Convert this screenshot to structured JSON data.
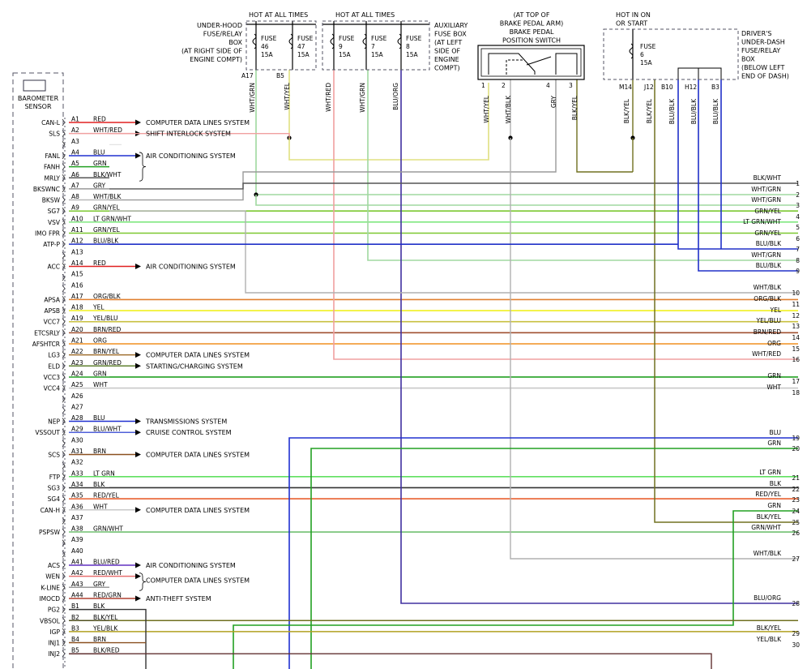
{
  "ecm": {
    "header": "BAROMETER SENSOR",
    "pins": [
      {
        "pin": "A1",
        "name": "CAN-L",
        "color": "RED",
        "hex": "#e02020",
        "dest": "COMPUTER DATA LINES SYSTEM",
        "dest2": ""
      },
      {
        "pin": "A2",
        "name": "SLS",
        "color": "WHT/RED",
        "hex": "#f0a0a0",
        "dest": "SHIFT INTERLOCK SYSTEM",
        "dest2": ""
      },
      {
        "pin": "A3",
        "name": "",
        "color": "",
        "hex": "",
        "dest": "",
        "dest2": ""
      },
      {
        "pin": "A4",
        "name": "FANL",
        "color": "BLU",
        "hex": "#2030d0",
        "dest": "AIR CONDITIONING SYSTEM",
        "dest2": ""
      },
      {
        "pin": "A5",
        "name": "FANH",
        "color": "GRN",
        "hex": "#22a022",
        "dest": "",
        "dest2": ""
      },
      {
        "pin": "A6",
        "name": "MRLY",
        "color": "BLK/WHT",
        "hex": "#555555",
        "dest": "",
        "dest2": ""
      },
      {
        "pin": "A7",
        "name": "BKSWNC",
        "color": "GRY",
        "hex": "#9a9a9a",
        "dest": "",
        "dest2": ""
      },
      {
        "pin": "A8",
        "name": "BKSW",
        "color": "WHT/BLK",
        "hex": "#b8b8b8",
        "dest": "",
        "dest2": ""
      },
      {
        "pin": "A9",
        "name": "SG7",
        "color": "GRN/YEL",
        "hex": "#7cc830",
        "dest": "",
        "dest2": ""
      },
      {
        "pin": "A10",
        "name": "VSV",
        "color": "LT GRN/WHT",
        "hex": "#80e880",
        "dest": "",
        "dest2": ""
      },
      {
        "pin": "A11",
        "name": "IMO FPR",
        "color": "GRN/YEL",
        "hex": "#7cc830",
        "dest": "",
        "dest2": ""
      },
      {
        "pin": "A12",
        "name": "ATP-P",
        "color": "BLU/BLK",
        "hex": "#2030c8",
        "dest": "",
        "dest2": ""
      },
      {
        "pin": "A13",
        "name": "",
        "color": "",
        "hex": "",
        "dest": "",
        "dest2": ""
      },
      {
        "pin": "A14",
        "name": "ACC",
        "color": "RED",
        "hex": "#e02020",
        "dest": "AIR CONDITIONING SYSTEM",
        "dest2": ""
      },
      {
        "pin": "A15",
        "name": "",
        "color": "",
        "hex": "",
        "dest": "",
        "dest2": ""
      },
      {
        "pin": "A16",
        "name": "",
        "color": "",
        "hex": "",
        "dest": "",
        "dest2": ""
      },
      {
        "pin": "A17",
        "name": "APSA",
        "color": "ORG/BLK",
        "hex": "#e08030",
        "dest": "",
        "dest2": ""
      },
      {
        "pin": "A18",
        "name": "APSB",
        "color": "YEL",
        "hex": "#f0f020",
        "dest": "",
        "dest2": ""
      },
      {
        "pin": "A19",
        "name": "VCC7",
        "color": "YEL/BLU",
        "hex": "#c8c040",
        "dest": "",
        "dest2": ""
      },
      {
        "pin": "A20",
        "name": "ETCSRLY",
        "color": "BRN/RED",
        "hex": "#a05030",
        "dest": "",
        "dest2": ""
      },
      {
        "pin": "A21",
        "name": "AFSHTCR",
        "color": "ORG",
        "hex": "#f09020",
        "dest": "",
        "dest2": ""
      },
      {
        "pin": "A22",
        "name": "LG3",
        "color": "BRN/YEL",
        "hex": "#a07030",
        "dest": "COMPUTER DATA LINES SYSTEM",
        "dest2": ""
      },
      {
        "pin": "A23",
        "name": "ELD",
        "color": "GRN/RED",
        "hex": "#608030",
        "dest": "STARTING/CHARGING SYSTEM",
        "dest2": ""
      },
      {
        "pin": "A24",
        "name": "VCC3",
        "color": "GRN",
        "hex": "#22a022",
        "dest": "",
        "dest2": ""
      },
      {
        "pin": "A25",
        "name": "VCC4",
        "color": "WHT",
        "hex": "#c8c8c8",
        "dest": "",
        "dest2": ""
      },
      {
        "pin": "A26",
        "name": "",
        "color": "",
        "hex": "",
        "dest": "",
        "dest2": ""
      },
      {
        "pin": "A27",
        "name": "",
        "color": "",
        "hex": "",
        "dest": "",
        "dest2": ""
      },
      {
        "pin": "A28",
        "name": "NEP",
        "color": "BLU",
        "hex": "#2030d0",
        "dest": "TRANSMISSIONS SYSTEM",
        "dest2": ""
      },
      {
        "pin": "A29",
        "name": "VSSOUT",
        "color": "BLU/WHT",
        "hex": "#5060d8",
        "dest": "CRUISE CONTROL SYSTEM",
        "dest2": ""
      },
      {
        "pin": "A30",
        "name": "",
        "color": "",
        "hex": "",
        "dest": "",
        "dest2": ""
      },
      {
        "pin": "A31",
        "name": "SCS",
        "color": "BRN",
        "hex": "#8a5020",
        "dest": "COMPUTER DATA LINES SYSTEM",
        "dest2": ""
      },
      {
        "pin": "A32",
        "name": "",
        "color": "",
        "hex": "",
        "dest": "",
        "dest2": ""
      },
      {
        "pin": "A33",
        "name": "FTP",
        "color": "LT GRN",
        "hex": "#60e060",
        "dest": "",
        "dest2": ""
      },
      {
        "pin": "A34",
        "name": "SG3",
        "color": "BLK",
        "hex": "#333333",
        "dest": "",
        "dest2": ""
      },
      {
        "pin": "A35",
        "name": "SG4",
        "color": "RED/YEL",
        "hex": "#e86030",
        "dest": "",
        "dest2": ""
      },
      {
        "pin": "A36",
        "name": "CAN-H",
        "color": "WHT",
        "hex": "#c8c8c8",
        "dest": "COMPUTER DATA LINES SYSTEM",
        "dest2": ""
      },
      {
        "pin": "A37",
        "name": "",
        "color": "",
        "hex": "",
        "dest": "",
        "dest2": ""
      },
      {
        "pin": "A38",
        "name": "PSPSW",
        "color": "GRN/WHT",
        "hex": "#70c070",
        "dest": "",
        "dest2": ""
      },
      {
        "pin": "A39",
        "name": "",
        "color": "",
        "hex": "",
        "dest": "",
        "dest2": ""
      },
      {
        "pin": "A40",
        "name": "",
        "color": "",
        "hex": "",
        "dest": "",
        "dest2": ""
      },
      {
        "pin": "A41",
        "name": "ACS",
        "color": "BLU/RED",
        "hex": "#6030c0",
        "dest": "AIR CONDITIONING SYSTEM",
        "dest2": ""
      },
      {
        "pin": "A42",
        "name": "WEN",
        "color": "RED/WHT",
        "hex": "#e87070",
        "dest": "",
        "dest2": "COMPUTER DATA LINES SYSTEM"
      },
      {
        "pin": "A43",
        "name": "K-LINE",
        "color": "GRY",
        "hex": "#9a9a9a",
        "dest": "",
        "dest2": ""
      },
      {
        "pin": "A44",
        "name": "IMOCD",
        "color": "RED/GRN",
        "hex": "#b04030",
        "dest": "ANTI-THEFT SYSTEM",
        "dest2": ""
      },
      {
        "pin": "B1",
        "name": "PG2",
        "color": "BLK",
        "hex": "#333333",
        "dest": "",
        "dest2": ""
      },
      {
        "pin": "B2",
        "name": "VBSOL",
        "color": "BLK/YEL",
        "hex": "#505020",
        "dest": "",
        "dest2": ""
      },
      {
        "pin": "B3",
        "name": "IGP",
        "color": "YEL/BLK",
        "hex": "#b0a020",
        "dest": "",
        "dest2": ""
      },
      {
        "pin": "B4",
        "name": "INJ1",
        "color": "BRN",
        "hex": "#8a5020",
        "dest": "",
        "dest2": ""
      },
      {
        "pin": "B5",
        "name": "INJ2",
        "color": "BLK/RED",
        "hex": "#603030",
        "dest": "",
        "dest2": ""
      }
    ]
  },
  "wires": [
    {
      "n": "1",
      "color": "BLK/WHT",
      "hex": "#555555"
    },
    {
      "n": "2",
      "color": "WHT/GRN",
      "hex": "#a0d8a0"
    },
    {
      "n": "3",
      "color": "WHT/GRN",
      "hex": "#a0d8a0"
    },
    {
      "n": "4",
      "color": "GRN/YEL",
      "hex": "#7cc830"
    },
    {
      "n": "5",
      "color": "LT GRN/WHT",
      "hex": "#80e880"
    },
    {
      "n": "6",
      "color": "GRN/YEL",
      "hex": "#7cc830"
    },
    {
      "n": "7",
      "color": "BLU/BLK",
      "hex": "#2030c8"
    },
    {
      "n": "8",
      "color": "WHT/GRN",
      "hex": "#a0d8a0"
    },
    {
      "n": "9",
      "color": "BLU/BLK",
      "hex": "#2030c8"
    },
    {
      "n": "10",
      "color": "WHT/BLK",
      "hex": "#b0b0b0"
    },
    {
      "n": "11",
      "color": "ORG/BLK",
      "hex": "#e08030"
    },
    {
      "n": "12",
      "color": "YEL",
      "hex": "#f0f020"
    },
    {
      "n": "13",
      "color": "YEL/BLU",
      "hex": "#c8c040"
    },
    {
      "n": "14",
      "color": "BRN/RED",
      "hex": "#a05030"
    },
    {
      "n": "15",
      "color": "ORG",
      "hex": "#f09020"
    },
    {
      "n": "16",
      "color": "WHT/RED",
      "hex": "#f0a0a0"
    },
    {
      "n": "17",
      "color": "GRN",
      "hex": "#22a022"
    },
    {
      "n": "18",
      "color": "WHT",
      "hex": "#c8c8c8"
    },
    {
      "n": "19",
      "color": "BLU",
      "hex": "#2030d0"
    },
    {
      "n": "20",
      "color": "GRN",
      "hex": "#22a022"
    },
    {
      "n": "21",
      "color": "LT GRN",
      "hex": "#60e060"
    },
    {
      "n": "22",
      "color": "BLK",
      "hex": "#333333"
    },
    {
      "n": "23",
      "color": "RED/YEL",
      "hex": "#e86030"
    },
    {
      "n": "24",
      "color": "GRN",
      "hex": "#22a022"
    },
    {
      "n": "25",
      "color": "BLK/YEL",
      "hex": "#707020"
    },
    {
      "n": "26",
      "color": "GRN/WHT",
      "hex": "#70c070"
    },
    {
      "n": "27",
      "color": "WHT/BLK",
      "hex": "#b0b0b0"
    },
    {
      "n": "28",
      "color": "BLU/ORG",
      "hex": "#4030a0"
    },
    {
      "n": "29",
      "color": "BLK/YEL",
      "hex": "#707020"
    },
    {
      "n": "30",
      "color": "YEL/BLK",
      "hex": "#b0a020"
    }
  ],
  "boxes": {
    "underhood": {
      "caption": [
        "UNDER-HOOD",
        "FUSE/RELAY",
        "BOX",
        "(AT RIGHT SIDE OF",
        "ENGINE COMPT)"
      ],
      "hot": "HOT AT ALL TIMES",
      "fuses": [
        {
          "name": "FUSE",
          "num": "46",
          "amp": "15A"
        },
        {
          "name": "FUSE",
          "num": "47",
          "amp": "15A"
        }
      ],
      "terminals": [
        "A17",
        "B5"
      ],
      "wires": [
        "WHT/GRN",
        "WHT/YEL"
      ]
    },
    "auxiliary": {
      "caption": [
        "AUXILIARY",
        "FUSE BOX",
        "(AT LEFT",
        "SIDE OF",
        "ENGINE",
        "COMPT)"
      ],
      "hot": "HOT AT ALL TIMES",
      "fuses": [
        {
          "name": "FUSE",
          "num": "9",
          "amp": "15A"
        },
        {
          "name": "FUSE",
          "num": "7",
          "amp": "15A"
        },
        {
          "name": "FUSE",
          "num": "8",
          "amp": "15A"
        }
      ],
      "wires": [
        "WHT/RED",
        "WHT/GRN",
        "BLU/ORG"
      ]
    },
    "brake": {
      "caption": [
        "(AT TOP OF",
        "BRAKE PEDAL ARM)",
        "BRAKE PEDAL",
        "POSITION SWITCH"
      ],
      "terminals": [
        "1",
        "2",
        "4",
        "3"
      ],
      "wires": [
        "WHT/YEL",
        "WHT/BLK",
        "GRY",
        "BLK/YEL"
      ]
    },
    "underdash": {
      "hot": [
        "HOT IN ON",
        "OR START"
      ],
      "caption": [
        "DRIVER'S",
        "UNDER-DASH",
        "FUSE/RELAY",
        "BOX",
        "(BELOW LEFT",
        "END OF DASH)"
      ],
      "fuse": {
        "name": "FUSE",
        "num": "6",
        "amp": "15A"
      },
      "terminals": [
        "M14",
        "J12",
        "B10",
        "H12",
        "B3"
      ],
      "wires": [
        "BLK/YEL",
        "BLK/YEL",
        "BLU/BLK",
        "BLU/BLK",
        "BLU/BLK"
      ]
    }
  }
}
